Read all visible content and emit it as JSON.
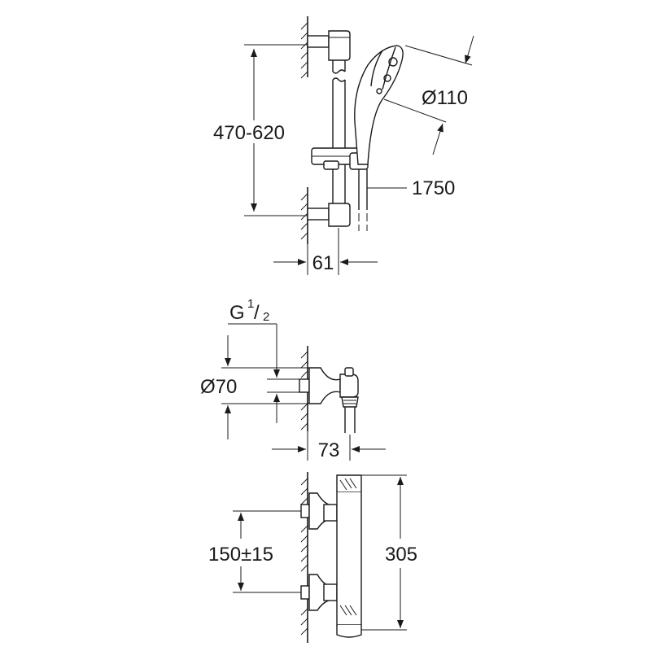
{
  "shower_set": {
    "rail_height": "470-620",
    "head_diameter": "Ø110",
    "hose_length": "1750",
    "wall_offset": "61"
  },
  "elbow": {
    "thread_prefix": "G",
    "thread_num": "1",
    "thread_den": "2",
    "flange_diameter": "Ø70",
    "projection": "73"
  },
  "thermostat": {
    "center_distance": "150±15",
    "body_length": "305"
  }
}
